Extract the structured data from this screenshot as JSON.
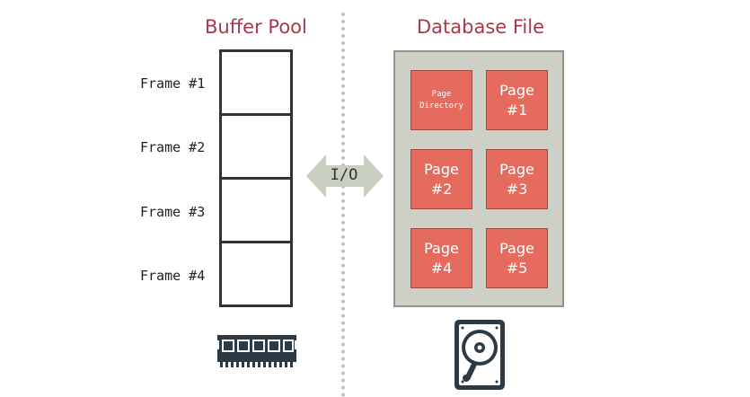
{
  "buffer_pool": {
    "title": "Buffer Pool",
    "frames": [
      "Frame #1",
      "Frame #2",
      "Frame #3",
      "Frame #4"
    ]
  },
  "io": {
    "label": "I/O"
  },
  "database_file": {
    "title": "Database File",
    "pages": [
      {
        "line1": "Page",
        "line2": "Directory"
      },
      {
        "line1": "Page",
        "line2": "#1"
      },
      {
        "line1": "Page",
        "line2": "#2"
      },
      {
        "line1": "Page",
        "line2": "#3"
      },
      {
        "line1": "Page",
        "line2": "#4"
      },
      {
        "line1": "Page",
        "line2": "#5"
      }
    ]
  },
  "icons": {
    "memory": "ram-chip-icon",
    "disk": "hard-drive-icon"
  },
  "colors": {
    "title": "#a23b4c",
    "page_fill": "#e46b5e",
    "file_fill": "#ccd0c6",
    "arrow_fill": "#c8cfc0"
  }
}
